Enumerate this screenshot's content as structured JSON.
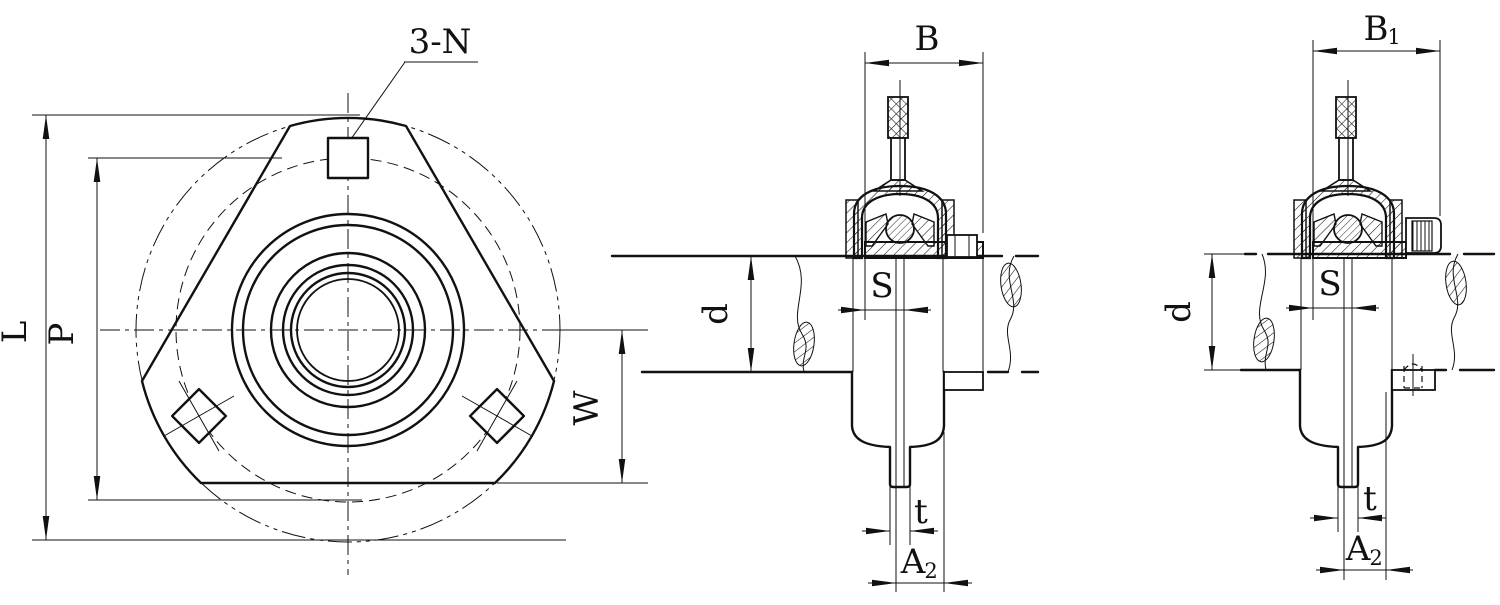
{
  "drawing": {
    "type": "bearing-unit-engineering-drawing",
    "colors": {
      "line": "#111111",
      "background": "#ffffff"
    },
    "front_view": {
      "leader_label": "3-N",
      "dim_L": "L",
      "dim_P": "P",
      "dim_W": "W"
    },
    "section_view_collar": {
      "dim_B": "B",
      "dim_S": "S",
      "dim_d": "d",
      "dim_t": "t",
      "dim_A2_main": "A",
      "dim_A2_sub": "2"
    },
    "section_view_setscrew": {
      "dim_B1_main": "B",
      "dim_B1_sub": "1",
      "dim_S": "S",
      "dim_d": "d",
      "dim_t": "t",
      "dim_A2_main": "A",
      "dim_A2_sub": "2"
    }
  }
}
